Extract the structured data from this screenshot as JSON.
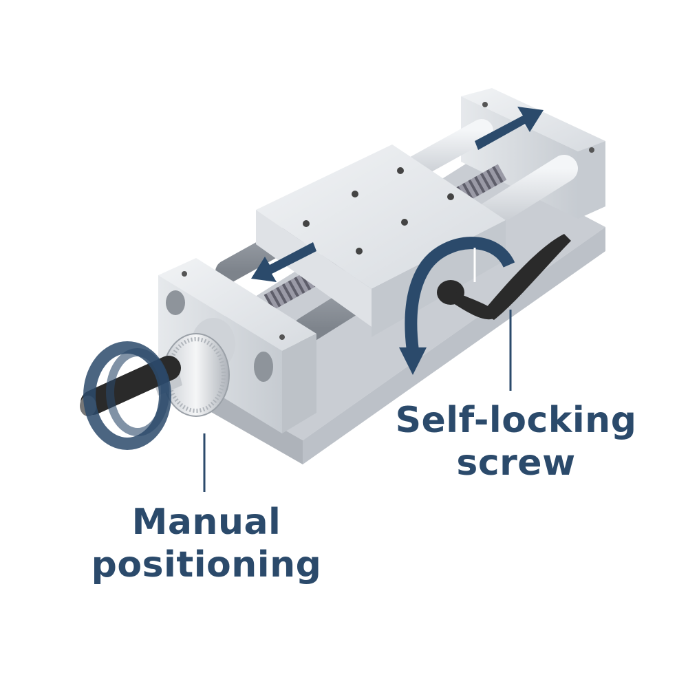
{
  "labels": {
    "self_locking": {
      "line1": "Self-locking",
      "line2": "screw"
    },
    "manual": {
      "line1": "Manual",
      "line2": "positioning"
    }
  },
  "colors": {
    "accent": "#2b4a6b",
    "metal": "#d9dde2",
    "metal_dark": "#a9afb7",
    "handle": "#2a2a2a"
  },
  "icons": [
    "linear-arrow-icon",
    "rotation-arrow-icon",
    "lock-rotation-arrow-icon"
  ]
}
